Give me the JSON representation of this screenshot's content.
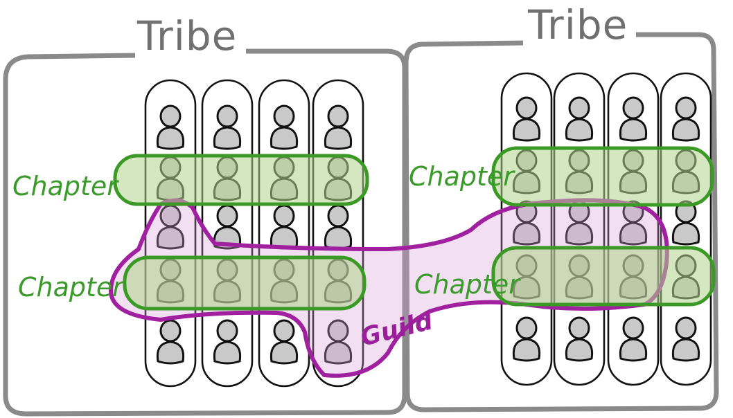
{
  "tribes": [
    {
      "label": "Tribe"
    },
    {
      "label": "Tribe"
    }
  ],
  "chapters": [
    {
      "label": "Chapter"
    },
    {
      "label": "Chapter"
    },
    {
      "label": "Chapter"
    },
    {
      "label": "Chapter"
    }
  ],
  "guild": {
    "label": "Guild"
  },
  "colors": {
    "tribe_box": "#8a8a8a",
    "chapter": "#3b9a25",
    "guild": "#a020a0",
    "person_fill": "#c9c9c9"
  },
  "structure": {
    "squads_per_tribe": 4,
    "people_per_squad": 5
  }
}
